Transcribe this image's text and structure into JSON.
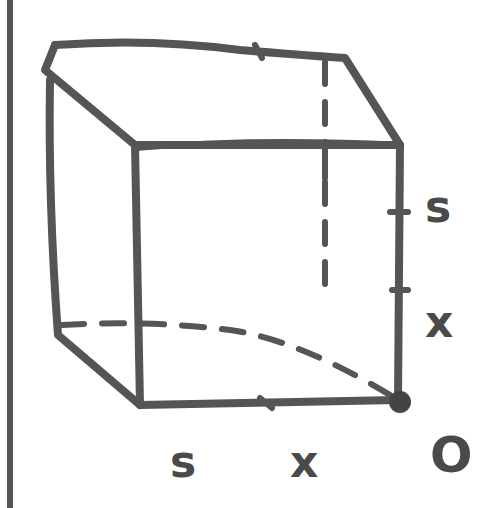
{
  "diagram": {
    "labels": [
      "s",
      "x",
      "O",
      "s",
      "x"
    ]
  }
}
